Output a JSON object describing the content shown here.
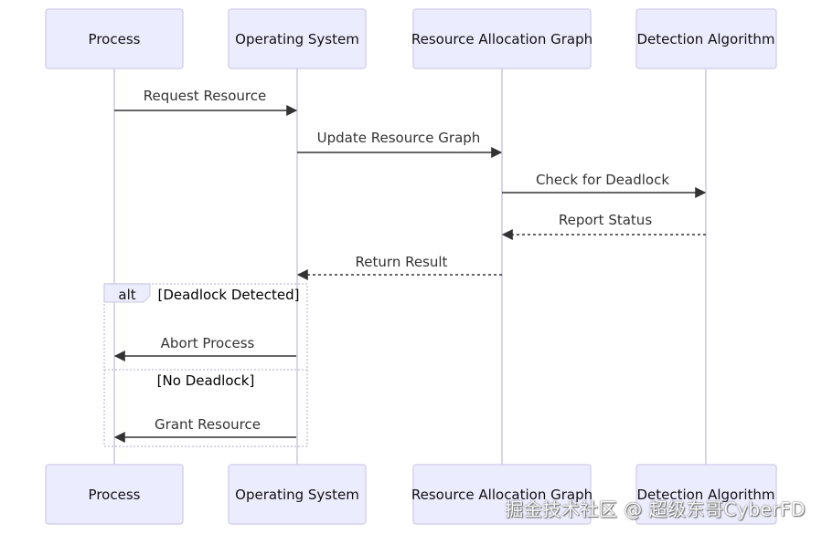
{
  "participants": [
    {
      "id": "p",
      "label": "Process"
    },
    {
      "id": "os",
      "label": "Operating System"
    },
    {
      "id": "rag",
      "label": "Resource Allocation Graph"
    },
    {
      "id": "da",
      "label": "Detection Algorithm"
    }
  ],
  "messages": [
    {
      "from": "p",
      "to": "os",
      "label": "Request Resource",
      "style": "solid"
    },
    {
      "from": "os",
      "to": "rag",
      "label": "Update Resource Graph",
      "style": "solid"
    },
    {
      "from": "rag",
      "to": "da",
      "label": "Check for Deadlock",
      "style": "solid"
    },
    {
      "from": "da",
      "to": "rag",
      "label": "Report Status",
      "style": "dashed"
    },
    {
      "from": "rag",
      "to": "os",
      "label": "Return Result",
      "style": "dashed"
    }
  ],
  "alt_block": {
    "keyword": "alt",
    "branches": [
      {
        "condition": "[Deadlock Detected]",
        "messages": [
          {
            "from": "os",
            "to": "p",
            "label": "Abort Process",
            "style": "solid"
          }
        ]
      },
      {
        "condition": "[No Deadlock]",
        "messages": [
          {
            "from": "os",
            "to": "p",
            "label": "Grant Resource",
            "style": "solid"
          }
        ]
      }
    ]
  },
  "watermark": "掘金技术社区 @ 超级东哥CyberFD",
  "colors": {
    "actor_fill": "#ececff",
    "actor_border": "#d6d2ee",
    "lifeline": "#d9d4ee",
    "arrow": "#333333"
  }
}
